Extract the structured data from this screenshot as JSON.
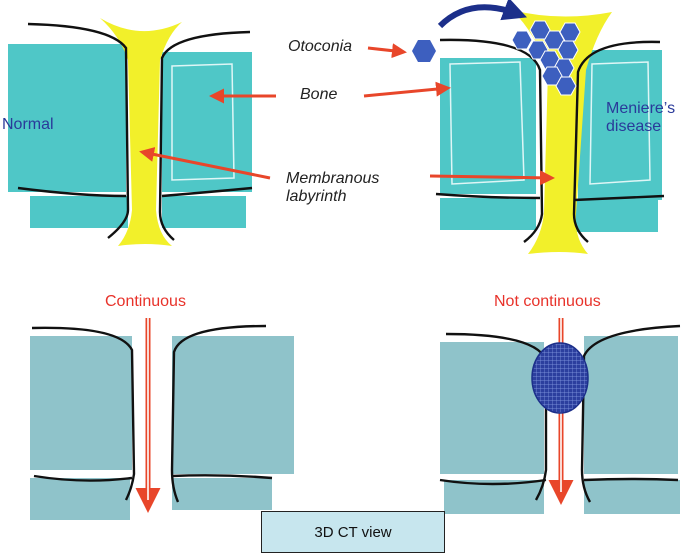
{
  "labels": {
    "otoconia": "Otoconia",
    "bone": "Bone",
    "membranous_line1": "Membranous",
    "membranous_line2": "labyrinth",
    "normal": "Normal",
    "meniere_line1": "Meniere’s",
    "meniere_line2": "disease",
    "continuous": "Continuous",
    "not_continuous": "Not continuous",
    "ct_view": "3D CT view"
  },
  "colors": {
    "bone_teal": "#4fc7c7",
    "bone_grey_teal": "#8fc3ca",
    "membranous_yellow": "#f2f02a",
    "otoconia_blue": "#3d5fbf",
    "arrow_red": "#e8462a",
    "curved_arrow_navy": "#1c2f8a",
    "label_blue": "#2a3a9a",
    "label_red": "#e8322a",
    "box_fill": "#c7e6ee",
    "outline_black": "#111111"
  },
  "icons": {
    "otoconia": "hexagon-icon",
    "blockage": "oval-mesh-icon"
  }
}
